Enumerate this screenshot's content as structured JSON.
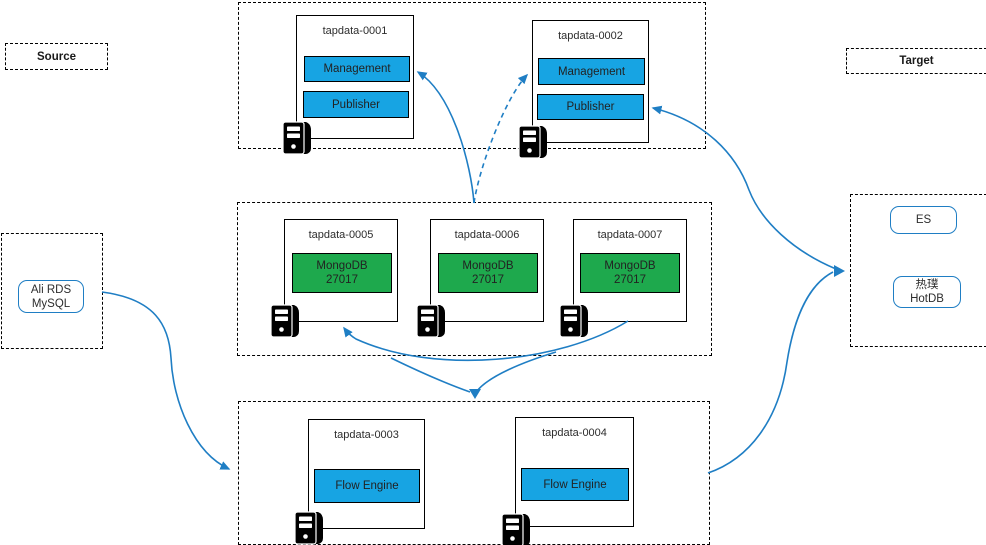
{
  "labels": {
    "source": "Source",
    "target": "Target"
  },
  "colors": {
    "component_blue": "#17a4e3",
    "component_green": "#1ea94d",
    "arrow_blue": "#1f7ec4",
    "node_border": "#000000",
    "endpoint_border_blue": "#1f7ec4"
  },
  "nodes": {
    "t1": {
      "title": "tapdata-0001",
      "components": [
        "Management",
        "Publisher"
      ]
    },
    "t2": {
      "title": "tapdata-0002",
      "components": [
        "Management",
        "Publisher"
      ]
    },
    "t3": {
      "title": "tapdata-0003",
      "components": [
        "Flow Engine"
      ]
    },
    "t4": {
      "title": "tapdata-0004",
      "components": [
        "Flow Engine"
      ]
    },
    "t5": {
      "title": "tapdata-0005",
      "component_line1": "MongoDB",
      "component_line2": "27017"
    },
    "t6": {
      "title": "tapdata-0006",
      "component_line1": "MongoDB",
      "component_line2": "27017"
    },
    "t7": {
      "title": "tapdata-0007",
      "component_line1": "MongoDB",
      "component_line2": "27017"
    }
  },
  "endpoints": {
    "ali": {
      "line1": "Ali RDS",
      "line2": "MySQL"
    },
    "es": {
      "label": "ES"
    },
    "hotdb": {
      "line1": "热璞",
      "line2": "HotDB"
    }
  },
  "connections": [
    {
      "from": "mongodb-group-top",
      "to": "tapdata-0001 Management",
      "style": "solid"
    },
    {
      "from": "mongodb-group-top",
      "to": "tapdata-0002 Management",
      "style": "dashed"
    },
    {
      "from": "tapdata-0007 bottom",
      "to": "tapdata-0005 bottom",
      "style": "solid"
    },
    {
      "from": "mongodb-group-bottom",
      "to": "flow-engine-group-top",
      "style": "solid"
    },
    {
      "from": "source-group (Ali RDS MySQL)",
      "to": "flow-engine-group-left",
      "style": "solid"
    },
    {
      "from": "flow-engine-group-right",
      "to": "target-db-group (ES / HotDB)",
      "style": "solid"
    },
    {
      "from": "target-merge-point",
      "to": "tapdata-0002 Publisher",
      "style": "solid"
    }
  ]
}
